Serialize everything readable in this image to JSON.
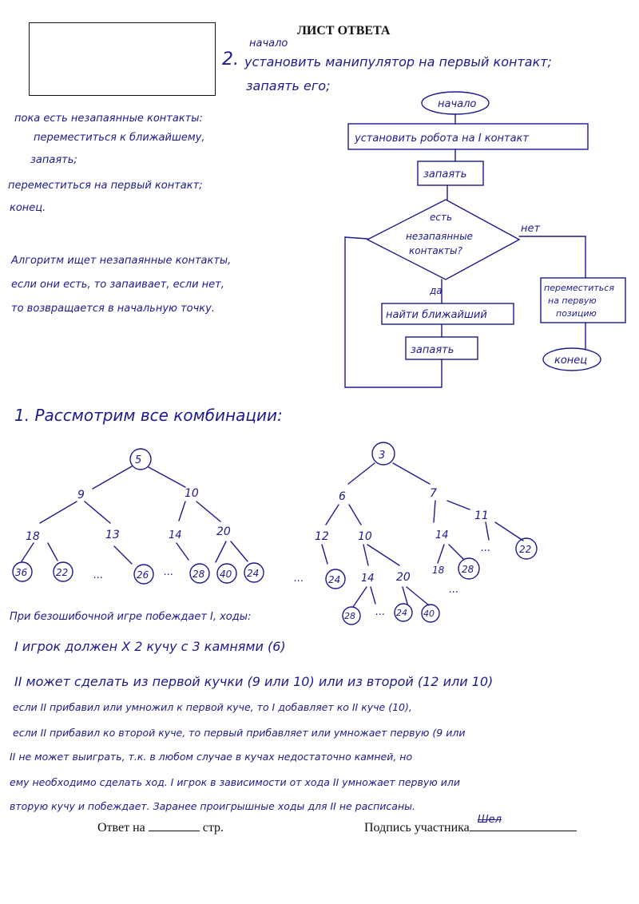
{
  "header": {
    "title": "ЛИСТ ОТВЕТА"
  },
  "task2": {
    "number": "2.",
    "line_start": "начало",
    "line_set": "установить манипулятор на первый контакт;",
    "line_solder": "запаять его;",
    "loop_line": "пока есть незапаянные контакты:",
    "move_nearest": "переместиться к ближайшему,",
    "solder": "запаять;",
    "move_first": "переместиться на первый контакт;",
    "end": "конец.",
    "explain_1": "Алгоритм ищет незапаянные контакты,",
    "explain_2": "если они есть, то запаивает, если нет,",
    "explain_3": "то возвращается в начальную точку."
  },
  "flowchart": {
    "start": "начало",
    "set_robot": "установить робота на I контакт",
    "solder1": "запаять",
    "decision_1": "есть",
    "decision_2": "незапаянные",
    "decision_3": "контакты?",
    "no_label": "нет",
    "yes_label": "да",
    "find_nearest": "найти ближайший",
    "solder2": "запаять",
    "move_first_1": "переместиться",
    "move_first_2": "на первую",
    "move_first_3": "позицию",
    "end": "конец"
  },
  "task1": {
    "heading": "1. Рассмотрим все комбинации:",
    "tree_left": [
      "5",
      "9",
      "10",
      "18",
      "13",
      "14",
      "20",
      "36",
      "22",
      "...",
      "26",
      "...",
      "28",
      "40",
      "24"
    ],
    "tree_right": [
      "3",
      "6",
      "7",
      "12",
      "10",
      "14",
      "11",
      "...",
      "22",
      "...",
      "24",
      "14",
      "20",
      "18",
      "28",
      "...",
      "28",
      "...",
      "24",
      "40"
    ]
  },
  "answer": {
    "line1": "При безошибочной игре побеждает I, ходы:",
    "line2": "I игрок должен X 2 кучу с 3 камнями (6)",
    "line3": "II может сделать из первой кучки (9 или 10) или из второй (12 или 10)",
    "line4": "если II прибавил или умножил к первой куче, то I добавляет ко II куче (10),",
    "line5": "если II прибавил ко второй куче, то первый прибавляет или умножает первую (9 или",
    "line6": "II не может выиграть, т.к. в любом случае в кучах недостаточно камней, но",
    "line7": "ему необходимо сделать ход. I игрок в зависимости от хода II умножает первую или",
    "line8": "вторую кучу и побеждает. Заранее проигрышные ходы для II не расписаны."
  },
  "footer": {
    "answer_on": "Ответ на",
    "pages": "стр.",
    "signature_label": "Подпись участника",
    "signature": "Шел"
  }
}
